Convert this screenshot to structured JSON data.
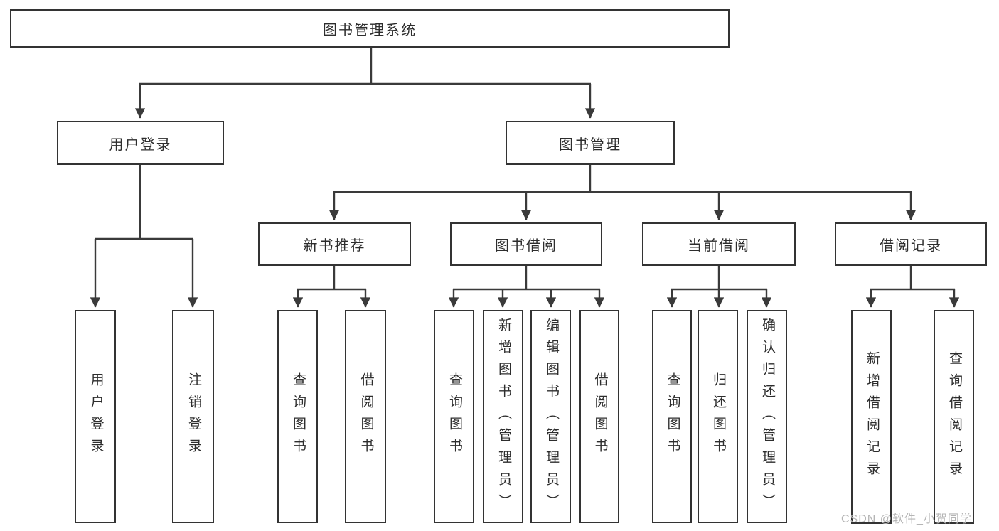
{
  "page": {
    "colors": {
      "background": "#ffffff",
      "line": "#3a3a3a",
      "text": "#2d2d2d",
      "watermark": "#b5b5b5"
    },
    "watermark": {
      "text": "CSDN @软件_小贺同学"
    }
  },
  "tree": {
    "root": {
      "label": "图书管理系统"
    },
    "branches": [
      {
        "label": "用户登录",
        "children": [
          {
            "label": "用户登录"
          },
          {
            "label": "注销登录"
          }
        ]
      },
      {
        "label": "图书管理",
        "children": [
          {
            "label": "新书推荐",
            "children": [
              {
                "label": "查询图书"
              },
              {
                "label": "借阅图书"
              }
            ]
          },
          {
            "label": "图书借阅",
            "children": [
              {
                "label": "查询图书"
              },
              {
                "label": "新增图书（管理员）"
              },
              {
                "label": "编辑图书（管理员）"
              },
              {
                "label": "借阅图书"
              }
            ]
          },
          {
            "label": "当前借阅",
            "children": [
              {
                "label": "查询图书"
              },
              {
                "label": "归还图书"
              },
              {
                "label": "确认归还（管理员）"
              }
            ]
          },
          {
            "label": "借阅记录",
            "children": [
              {
                "label": "新增借阅记录"
              },
              {
                "label": "查询借阅记录"
              }
            ]
          }
        ]
      }
    ]
  }
}
